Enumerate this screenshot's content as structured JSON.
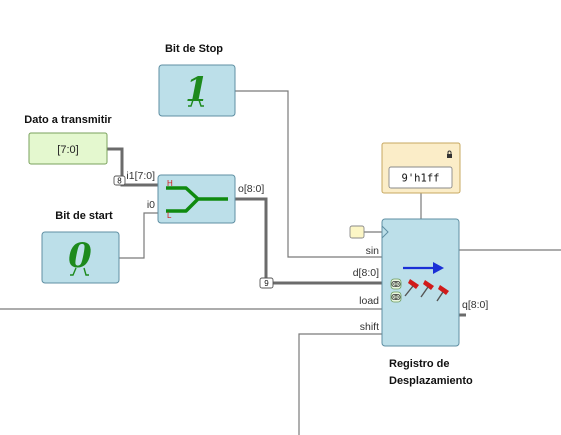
{
  "titles": {
    "stop": "Bit de Stop",
    "data": "Dato a transmitir",
    "start": "Bit de start",
    "register_line1": "Registro de",
    "register_line2": "Desplazamiento"
  },
  "stop_block": {
    "glyph": "1"
  },
  "start_block": {
    "glyph": "0"
  },
  "data_block": {
    "value": "[7:0]"
  },
  "bus_widths": {
    "i1": "8",
    "d": "9"
  },
  "mux": {
    "in1": "i1[7:0]",
    "in0": "i0",
    "out": "o[8:0]",
    "high": "H",
    "low": "L"
  },
  "const_block": {
    "value": "9'h1ff",
    "lock_icon": "lock-icon"
  },
  "register": {
    "sin": "sin",
    "d": "d[8:0]",
    "load": "load",
    "shift": "shift",
    "q": "q[8:0]"
  },
  "colors": {
    "block_fill": "#bcdfe9",
    "data_fill": "#e4f8cf",
    "const_fill": "#fbedc8",
    "glyph": "#1d8a1d",
    "arrow": "#1a2fd6",
    "pin": "#d11a1a"
  }
}
